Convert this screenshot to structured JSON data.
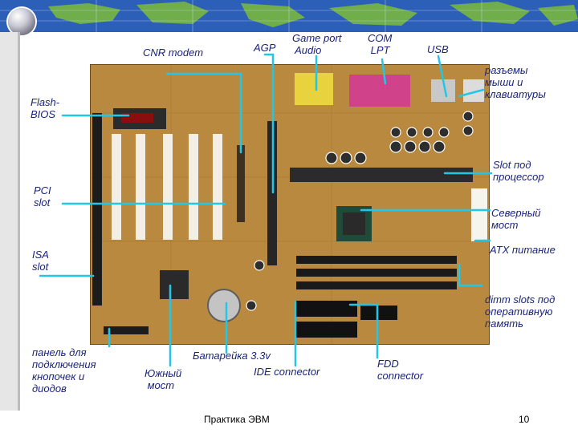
{
  "labels": {
    "cnr": "CNR modem",
    "agp": "AGP",
    "game": "Game port\n Audio",
    "com": "COM\n LPT",
    "usb": "USB",
    "mouse": "разъемы\nмыши и\nклавиатуры",
    "flash": "Flash-\nBIOS",
    "slot": "Slot под\nпроцессор",
    "pci": "PCI\nslot",
    "north": "Северный\nмост",
    "isa": "ISA\nslot",
    "atx": "ATX питание",
    "dimm": "dimm slots под\nоперативную\nпамять",
    "panel": "панель для\nподключения\nкнопочек и\nдиодов",
    "battery": "Батарейка 3.3v",
    "south": "Южный\n мост",
    "ide": "IDE connector",
    "fdd": "FDD\nconnector"
  },
  "footer": {
    "title": "Практика ЭВМ",
    "page": "10"
  },
  "colors": {
    "callout": "#22c7e8",
    "label": "#1a237e",
    "board": "#b8893e",
    "header": "#2c5fb8"
  }
}
